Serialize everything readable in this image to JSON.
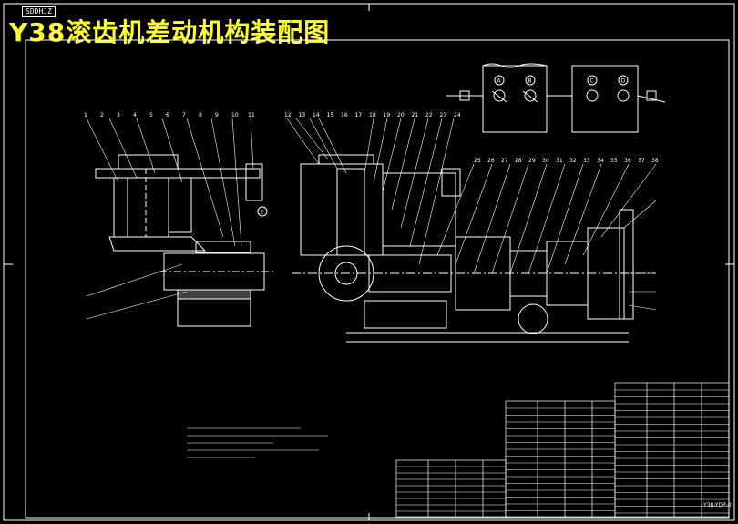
{
  "drawing": {
    "title": "Y38滚齿机差动机构装配图",
    "corner_tag": "SDDHJZ",
    "drawing_number": "Y38-YDP-0",
    "callouts": {
      "left": [
        "1",
        "2",
        "3",
        "4",
        "5",
        "6",
        "7",
        "8",
        "9",
        "10",
        "11"
      ],
      "middle": [
        "12",
        "13",
        "14",
        "15",
        "16",
        "17",
        "18",
        "19",
        "20",
        "21",
        "22",
        "23",
        "24"
      ],
      "right": [
        "25",
        "26",
        "27",
        "28",
        "29",
        "30",
        "31",
        "32",
        "33",
        "34",
        "35",
        "36",
        "37",
        "38"
      ]
    },
    "section_markers": [
      "A",
      "B",
      "C",
      "D",
      "E"
    ]
  }
}
